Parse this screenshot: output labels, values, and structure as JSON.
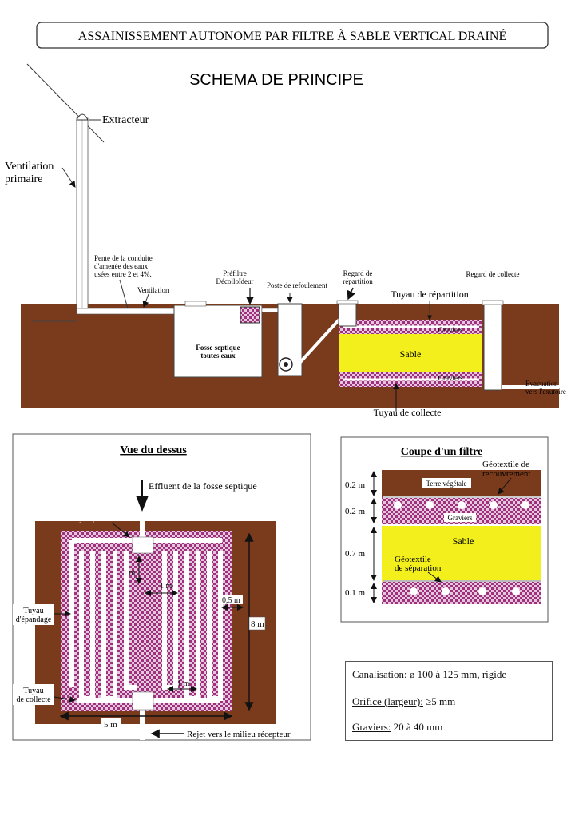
{
  "title": "ASSAINISSEMENT AUTONOME PAR FILTRE À SABLE VERTICAL DRAINÉ",
  "subtitle": "SCHEMA DE PRINCIPE",
  "colors": {
    "soil": "#7a3a1c",
    "sand": "#f2ef1c",
    "gravel_base": "#c9a0c0",
    "gravel_checks": "#9a2a7a",
    "pipe": "#ffffff",
    "border": "#444444"
  },
  "profile": {
    "extracteur": "Extracteur",
    "ventilation_primaire_1": "Ventilation",
    "ventilation_primaire_2": "primaire",
    "pente_1": "Pente de la conduite",
    "pente_2": "d'amenée des eaux",
    "pente_3": "usées entre 2 et 4%.",
    "ventilation": "Ventilation",
    "prefiltre_1": "Préfiltre",
    "prefiltre_2": "Décolloïdeur",
    "poste": "Poste de refoulement",
    "regard_rep_1": "Regard de",
    "regard_rep_2": "répartition",
    "regard_col": "Regard de collecte",
    "tuyau_rep": "Tuyau de répartition",
    "fosse_1": "Fosse septique",
    "fosse_2": "toutes eaux",
    "graviers_top": "Graviers",
    "sable": "Sable",
    "graviers_bottom": "Graviers",
    "evacuation_1": "Evacuation",
    "evacuation_2": "vers l'exutoire",
    "tuyau_col": "Tuyau de collecte"
  },
  "top_view": {
    "title": "Vue du dessus",
    "effluent": "Effluent de la fosse septique",
    "tuyau_plein": "Tuyau plein",
    "dim_1m_a": "1 m",
    "dim_1m_b": "1 m",
    "dim_1m_c": "1 m",
    "dim_05m": "0,5 m",
    "dim_8m": "8 m",
    "dim_5m": "5 m",
    "tuyau_epandage_1": "Tuyau",
    "tuyau_epandage_2": "d'épandage",
    "tuyau_collecte_1": "Tuyau",
    "tuyau_collecte_2": "de collecte",
    "rejet": "Rejet vers le milieu récepteur"
  },
  "section": {
    "title": "Coupe d'un filtre",
    "geotextile_rec_1": "Géotextile de",
    "geotextile_rec_2": "recouvrement",
    "terre": "Terre végétale",
    "graviers_top": "Graviers",
    "sable": "Sable",
    "geotextile_sep_1": "Géotextile",
    "geotextile_sep_2": "de séparation",
    "thickness": [
      "0.2 m",
      "0.2 m",
      "0.7 m",
      "0.1 m"
    ]
  },
  "specs": [
    {
      "key": "Canalisation:",
      "value": " ø 100 à 125 mm, rigide"
    },
    {
      "key": "Orifice (largeur):",
      "value": " ≥5 mm"
    },
    {
      "key": "Graviers:",
      "value": " 20 à 40 mm"
    }
  ]
}
